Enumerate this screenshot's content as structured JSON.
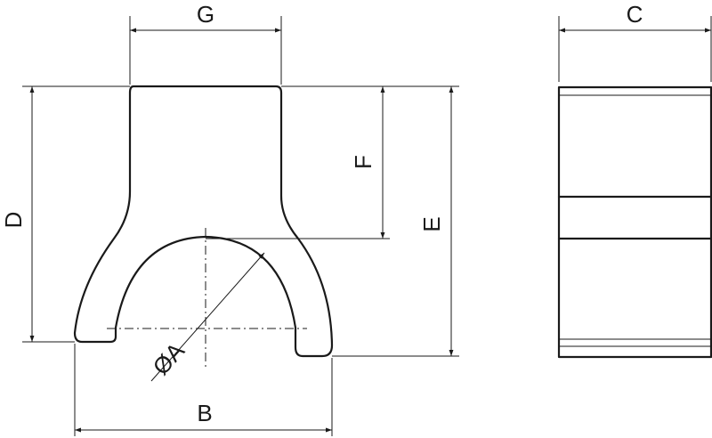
{
  "labels": {
    "G": "G",
    "C": "C",
    "D": "D",
    "F": "F",
    "E": "E",
    "A": "ØA",
    "B": "B"
  }
}
